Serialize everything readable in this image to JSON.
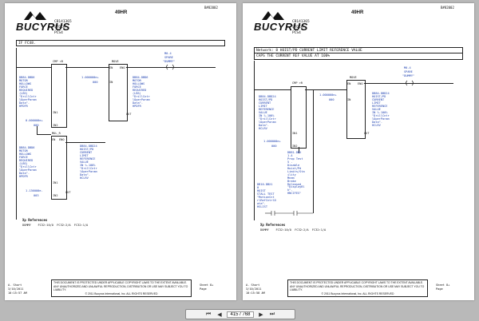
{
  "viewer": {
    "page_input": "415 / 768",
    "first_icon": "first-page-icon",
    "prev_icon": "prev-page-icon",
    "next_icon": "next-page-icon",
    "last_icon": "last-page-icon"
  },
  "pages": [
    {
      "brand": "BUCYRUS",
      "doc_number": "B#82002",
      "title": "49HR",
      "header_lines": [
        "CB141365",
        "STOCK",
        "PCS4"
      ],
      "network_text": "IF FC48.",
      "block1_label": "CMP <R",
      "block1_in1": [
        "DB84.DBD6",
        "MOTOR",
        "HOLLOWS",
        "FORCE",
        "REQUIRED",
        "(LBS)",
        "\"DrillCntr",
        "lOperParam",
        "Data\".",
        "HPDFR"
      ],
      "block1_pin_in1": "IN1",
      "block1_in2_value": "0.000000e+",
      "block1_in2_value2": "000",
      "block1_pin_in2": "IN2",
      "move_label": "MOVE",
      "move_pins": [
        "EN",
        "ENO"
      ],
      "move_in_value": "1.000000e+",
      "move_in_value2": "000",
      "move_pin_in": "IN",
      "move_out": [
        "DB84.DBD6",
        "MOTOR",
        "HOLLOWS",
        "FORCE",
        "REQUIRED",
        "(LBS)",
        "\"DrillCntr",
        "lOperParam",
        "Data\".",
        "HPDFR"
      ],
      "move_pin_out": "OUT",
      "coil_label": "M0.4",
      "coil_desc": [
        "SPARE",
        "\"DUMMY\""
      ],
      "block2_label": "MUL_R",
      "block2_pins": [
        "EN",
        "ENO"
      ],
      "block2_in1": [
        "DB84.DBD6",
        "MOTOR",
        "HOLLOWS",
        "FORCE",
        "REQUIRED",
        "(LBS)",
        "\"DrillCntr",
        "lOperParam",
        "Data\".",
        "HPDFR"
      ],
      "block2_pin_in1": "IN1",
      "block2_in2_value": "1.136000e-",
      "block2_in2_value2": "003",
      "block2_pin_in2": "IN2",
      "block2_out": [
        "DB84.DBD24",
        "HOIST/PD",
        "CURRENT",
        "LIMIT",
        "REFERENCE",
        "VALUE",
        "IN %-100%",
        "\"DrillCntr",
        "lOperParam",
        "Data\".",
        "HCLRV"
      ],
      "block2_pin_out": "OUT",
      "xref_title": "Xp References",
      "xref_line": "DUMMY    FC32:10/O  FC32:2/A  FC32:1/A",
      "footer_left": [
        "A. Short",
        "3/10/2011",
        "10:15:57 AM"
      ],
      "footer_notice": "THIS DOCUMENT IS PROTECTED UNDER APPLICABLE COPYRIGHT LAWS TO THE EXTENT AVAILABLE. ANY UNAUTHORIZED AND UNLAWFUL REPRODUCTION, DISTRIBUTION OR USE MAY SUBJECT YOU TO LIABILITY.",
      "footer_copyright": "© 2011 Bucyrus International, Inc. ALL RIGHTS RESERVED",
      "footer_right": [
        "Sheet 8+",
        "Page"
      ]
    },
    {
      "brand": "BUCYRUS",
      "doc_number": "B#82002",
      "title": "49HR",
      "header_lines": [
        "CB141365",
        "STOCK",
        "PCS4"
      ],
      "network_text": "Network: 8     HOIST/PD CURRENT LIMIT REFERENCE VALUE",
      "network_comment": "CAPS THE CURRENT REF VALUE AT 100%",
      "block1_label": "CMP >R",
      "block1_in1": [
        "DB84.DBD24",
        "HOIST/PD",
        "CURRENT",
        "LIMIT",
        "REFERENCE",
        "VALUE",
        "IN %-100%",
        "\"DrillCntr",
        "lOperParam",
        "Data\".",
        "HCLRV"
      ],
      "block1_pin_in1": "IN1",
      "block1_in2_value": "1.000000e+",
      "block1_in2_value2": "000",
      "block1_pin_in2": "IN2",
      "contact1": [
        "DB81.DBX",
        "1.4",
        "Prop Test",
        "5 -",
        "Disable",
        "Hoist/Pd",
        "Limits/Sta",
        "ility",
        "Mnem",
        "Brake",
        "Released",
        "\"DisplayBl",
        "k\".",
        "HNCIFES\""
      ],
      "contact2": [
        "DB10.DBX1",
        "0",
        "HOIST",
        "STALL TEST",
        "\"MotionCnt",
        "rlRefCntrlD",
        "ata\".",
        "HSLIST"
      ],
      "move_label": "MOVE",
      "move_pins": [
        "EN",
        "ENO"
      ],
      "move_in_value": "1.000000e+",
      "move_in_value2": "000",
      "move_pin_in": "IN",
      "move_out": [
        "DB84.DBD24",
        "HOIST/PD",
        "CURRENT",
        "LIMIT",
        "REFERENCE",
        "VALUE",
        "IN %-100%",
        "\"DrillCntr",
        "lOperParam",
        "Data\".",
        "HCLRV"
      ],
      "move_pin_out": "OUT",
      "coil_label": "M0.4",
      "coil_desc": [
        "SPARE",
        "\"DUMMY\""
      ],
      "xref_title": "Xp References",
      "xref_line": "DUMMY    FC32:10/O  FC32:2/A  FC32:1/A",
      "footer_left": [
        "A. Short",
        "3/10/2011",
        "10:15:58 AM"
      ],
      "footer_notice": "THIS DOCUMENT IS PROTECTED UNDER APPLICABLE COPYRIGHT LAWS TO THE EXTENT AVAILABLE. ANY UNAUTHORIZED AND UNLAWFUL REPRODUCTION, DISTRIBUTION OR USE MAY SUBJECT YOU TO LIABILITY.",
      "footer_copyright": "© 2011 Bucyrus International, Inc. ALL RIGHTS RESERVED",
      "footer_right": [
        "Sheet 8+",
        "Page"
      ]
    }
  ]
}
